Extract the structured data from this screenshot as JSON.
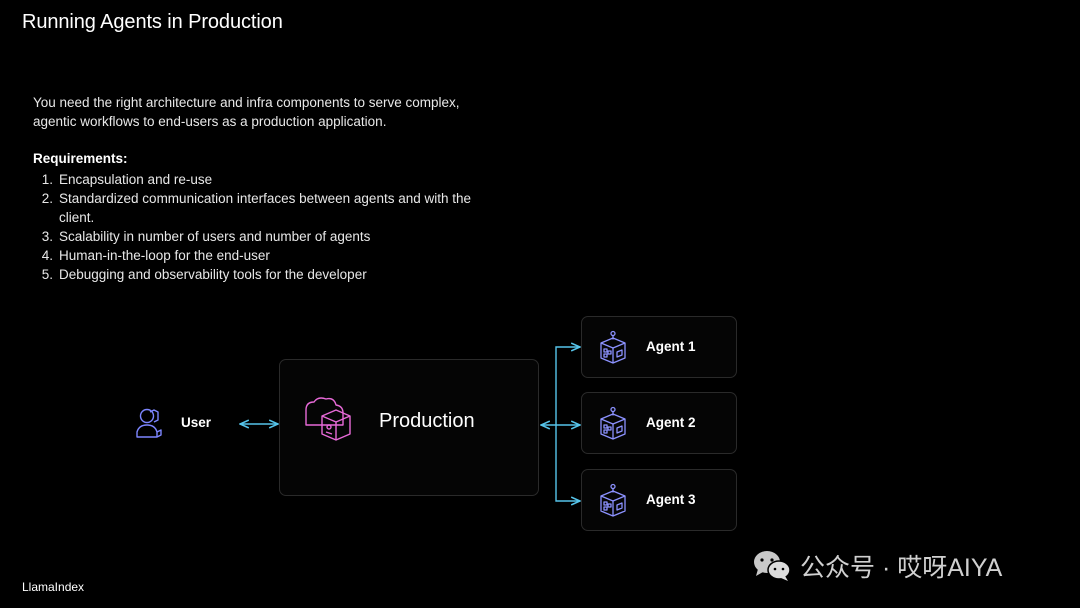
{
  "slide": {
    "title": "Running Agents in Production",
    "intro": "You need the right architecture and infra components to serve complex, agentic workflows to end-users as a production application.",
    "requirements_heading": "Requirements:",
    "requirements": [
      {
        "num": "1.",
        "text": "Encapsulation and re-use"
      },
      {
        "num": "2.",
        "text": "Standardized communication interfaces between agents and with the client."
      },
      {
        "num": "3.",
        "text": "Scalability in number of users and number of agents"
      },
      {
        "num": "4.",
        "text": "Human-in-the-loop for the end-user"
      },
      {
        "num": "5.",
        "text": "Debugging and observability tools for the developer"
      }
    ]
  },
  "diagram": {
    "user_label": "User",
    "production_label": "Production",
    "agents": [
      "Agent 1",
      "Agent 2",
      "Agent 3"
    ],
    "colors": {
      "arrow": "#56c4ea",
      "user_icon": "#7d86ff",
      "production_icon": "#e86ad8",
      "agent_icon": "#8c92ff",
      "box_border": "#2a2a2a"
    },
    "icons": {
      "user": "user-icon",
      "production": "cloud-server-icon",
      "agent": "agent-building-icon"
    }
  },
  "footer": {
    "brand": "LlamaIndex",
    "watermark": "公众号 · 哎呀AIYA",
    "watermark_icon": "wechat-icon"
  }
}
